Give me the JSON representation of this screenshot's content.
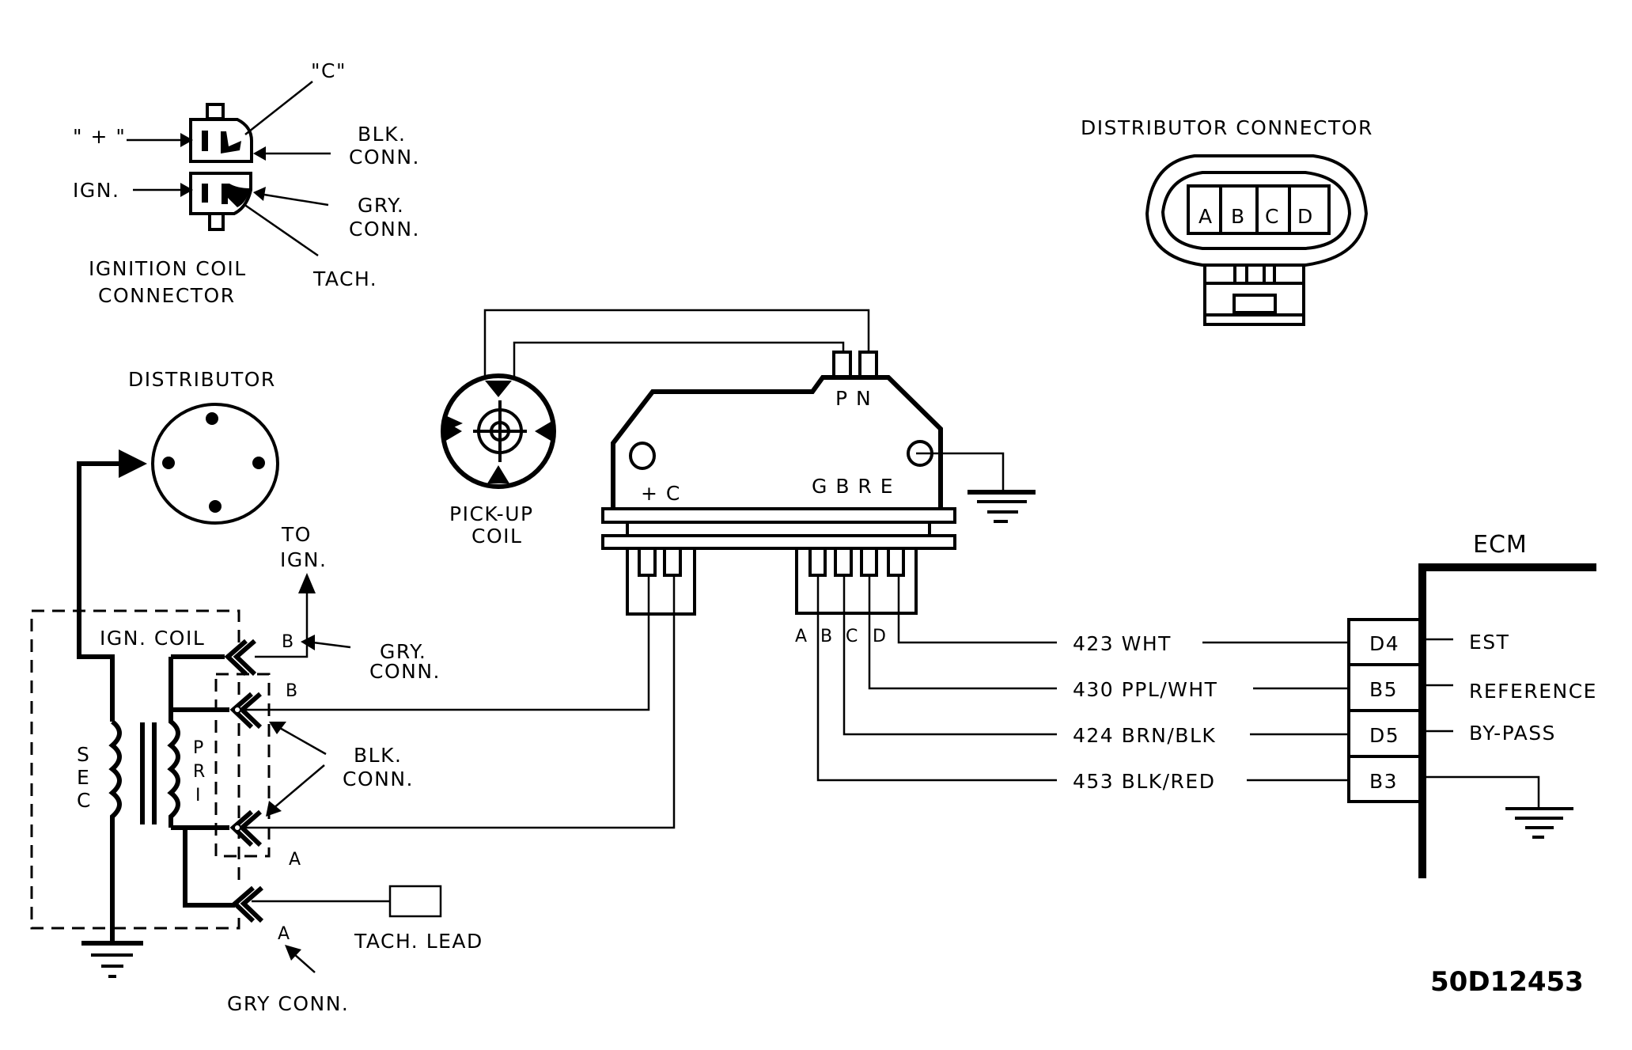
{
  "figure_id": "50D12453",
  "ignition_coil_connector": {
    "title_line1": "IGNITION COIL",
    "title_line2": "CONNECTOR",
    "callouts": {
      "c_terminal": "\"C\"",
      "plus_terminal": "\" + \"",
      "ign": "IGN.",
      "blk_conn_line1": "BLK.",
      "blk_conn_line2": "CONN.",
      "gry_conn_line1": "GRY.",
      "gry_conn_line2": "CONN.",
      "tach": "TACH."
    }
  },
  "distributor_connector": {
    "title": "DISTRIBUTOR CONNECTOR",
    "pins": [
      "A",
      "B",
      "C",
      "D"
    ]
  },
  "distributor": {
    "title": "DISTRIBUTOR"
  },
  "pickup_coil": {
    "label_line1": "PICK-UP",
    "label_line2": "COIL"
  },
  "module": {
    "top_pins_label": "P N",
    "left_pins_label": "+ C",
    "right_pins_label": "G B R E",
    "bottom_pins": [
      "A",
      "B",
      "C",
      "D"
    ]
  },
  "ignition_coil": {
    "title": "IGN. COIL",
    "secondary_letters": [
      "S",
      "E",
      "C"
    ],
    "primary_letters": [
      "P",
      "R",
      "I"
    ],
    "to_ign_line1": "TO",
    "to_ign_line2": "IGN.",
    "terminal_b_upper": "B",
    "terminal_b_lower": "B",
    "terminal_a_upper": "A",
    "terminal_a_lower": "A",
    "gry_conn_upper_line1": "GRY.",
    "gry_conn_upper_line2": "CONN.",
    "blk_conn_line1": "BLK.",
    "blk_conn_line2": "CONN.",
    "tach_lead": "TACH. LEAD",
    "gry_conn_lower": "GRY CONN."
  },
  "ecm": {
    "title": "ECM",
    "circuits": [
      {
        "wire": "423 WHT",
        "pin": "D4",
        "function": "EST",
        "module_pin": "D"
      },
      {
        "wire": "430 PPL/WHT",
        "pin": "B5",
        "function": "REFERENCE",
        "module_pin": "C"
      },
      {
        "wire": "424 BRN/BLK",
        "pin": "D5",
        "function": "BY-PASS",
        "module_pin": "B"
      },
      {
        "wire": "453 BLK/RED",
        "pin": "B3",
        "function": "",
        "module_pin": "A"
      }
    ]
  }
}
